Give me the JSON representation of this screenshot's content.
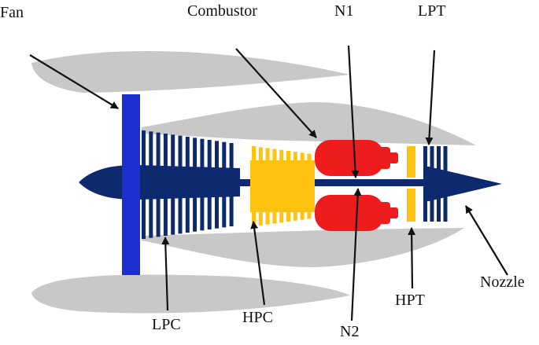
{
  "labels": {
    "fan": "Fan",
    "combustor": "Combustor",
    "n1": "N1",
    "lpt": "LPT",
    "lpc": "LPC",
    "hpc": "HPC",
    "n2": "N2",
    "hpt": "HPT",
    "nozzle": "Nozzle"
  },
  "colors": {
    "nacelle": "#c8c8c8",
    "fan": "#1c2fd0",
    "low_spool": "#0d2a6e",
    "high_spool": "#ffc20e",
    "combustor": "#ee1c1c",
    "arrow": "#111111"
  }
}
